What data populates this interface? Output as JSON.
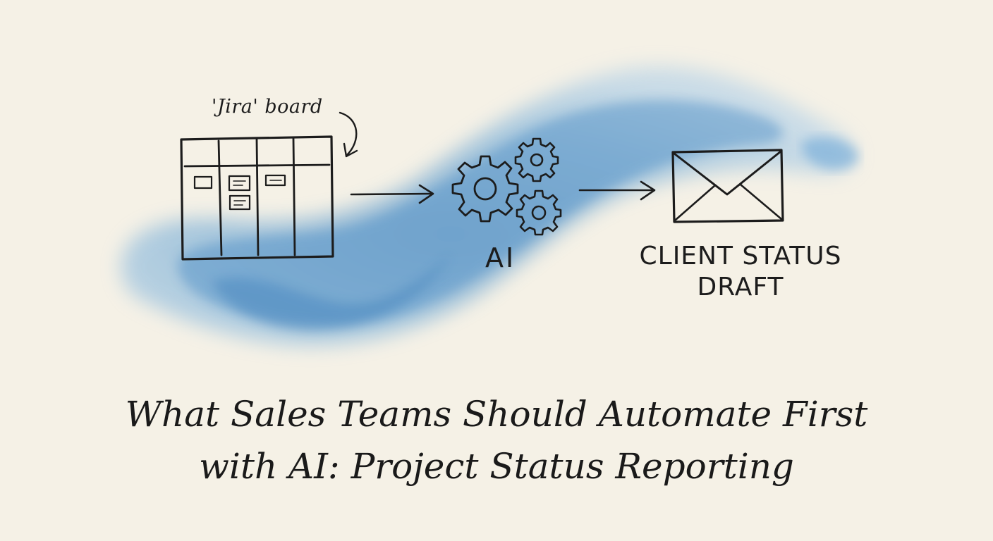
{
  "diagram": {
    "source_label": "'Jira' board",
    "process_label": "AI",
    "output_label": "CLIENT STATUS DRAFT"
  },
  "title": {
    "line1": "What Sales Teams Should Automate First",
    "line2": "with AI: Project Status Reporting"
  },
  "colors": {
    "background": "#f5f1e6",
    "ink": "#1c1c1c",
    "watercolor": "#5b9bcf"
  },
  "icons": [
    "board-icon",
    "gears-icon",
    "envelope-icon",
    "arrow-icon"
  ]
}
